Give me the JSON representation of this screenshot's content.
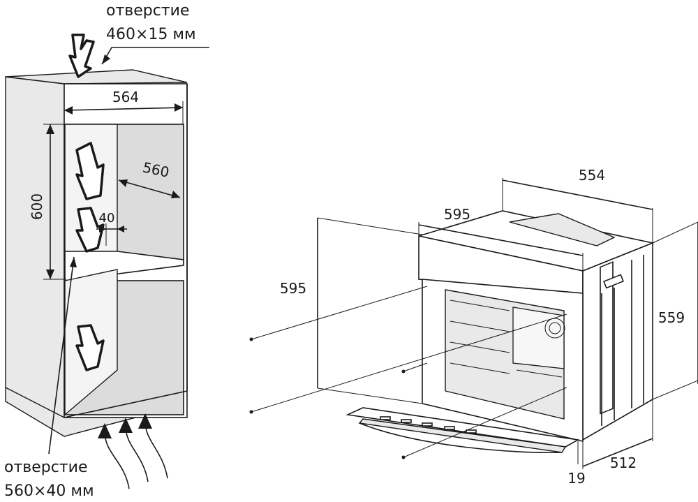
{
  "cabinet": {
    "top_opening_label": "отверстие",
    "top_opening_size": "460×15 мм",
    "bottom_opening_label": "отверстие",
    "bottom_opening_size": "560×40 мм",
    "width": "564",
    "depth": "560",
    "height": "600",
    "gap": "40"
  },
  "oven": {
    "depth_total": "554",
    "front_width": "595",
    "front_height": "595",
    "body_height": "559",
    "body_depth": "512",
    "door_thickness": "19"
  }
}
